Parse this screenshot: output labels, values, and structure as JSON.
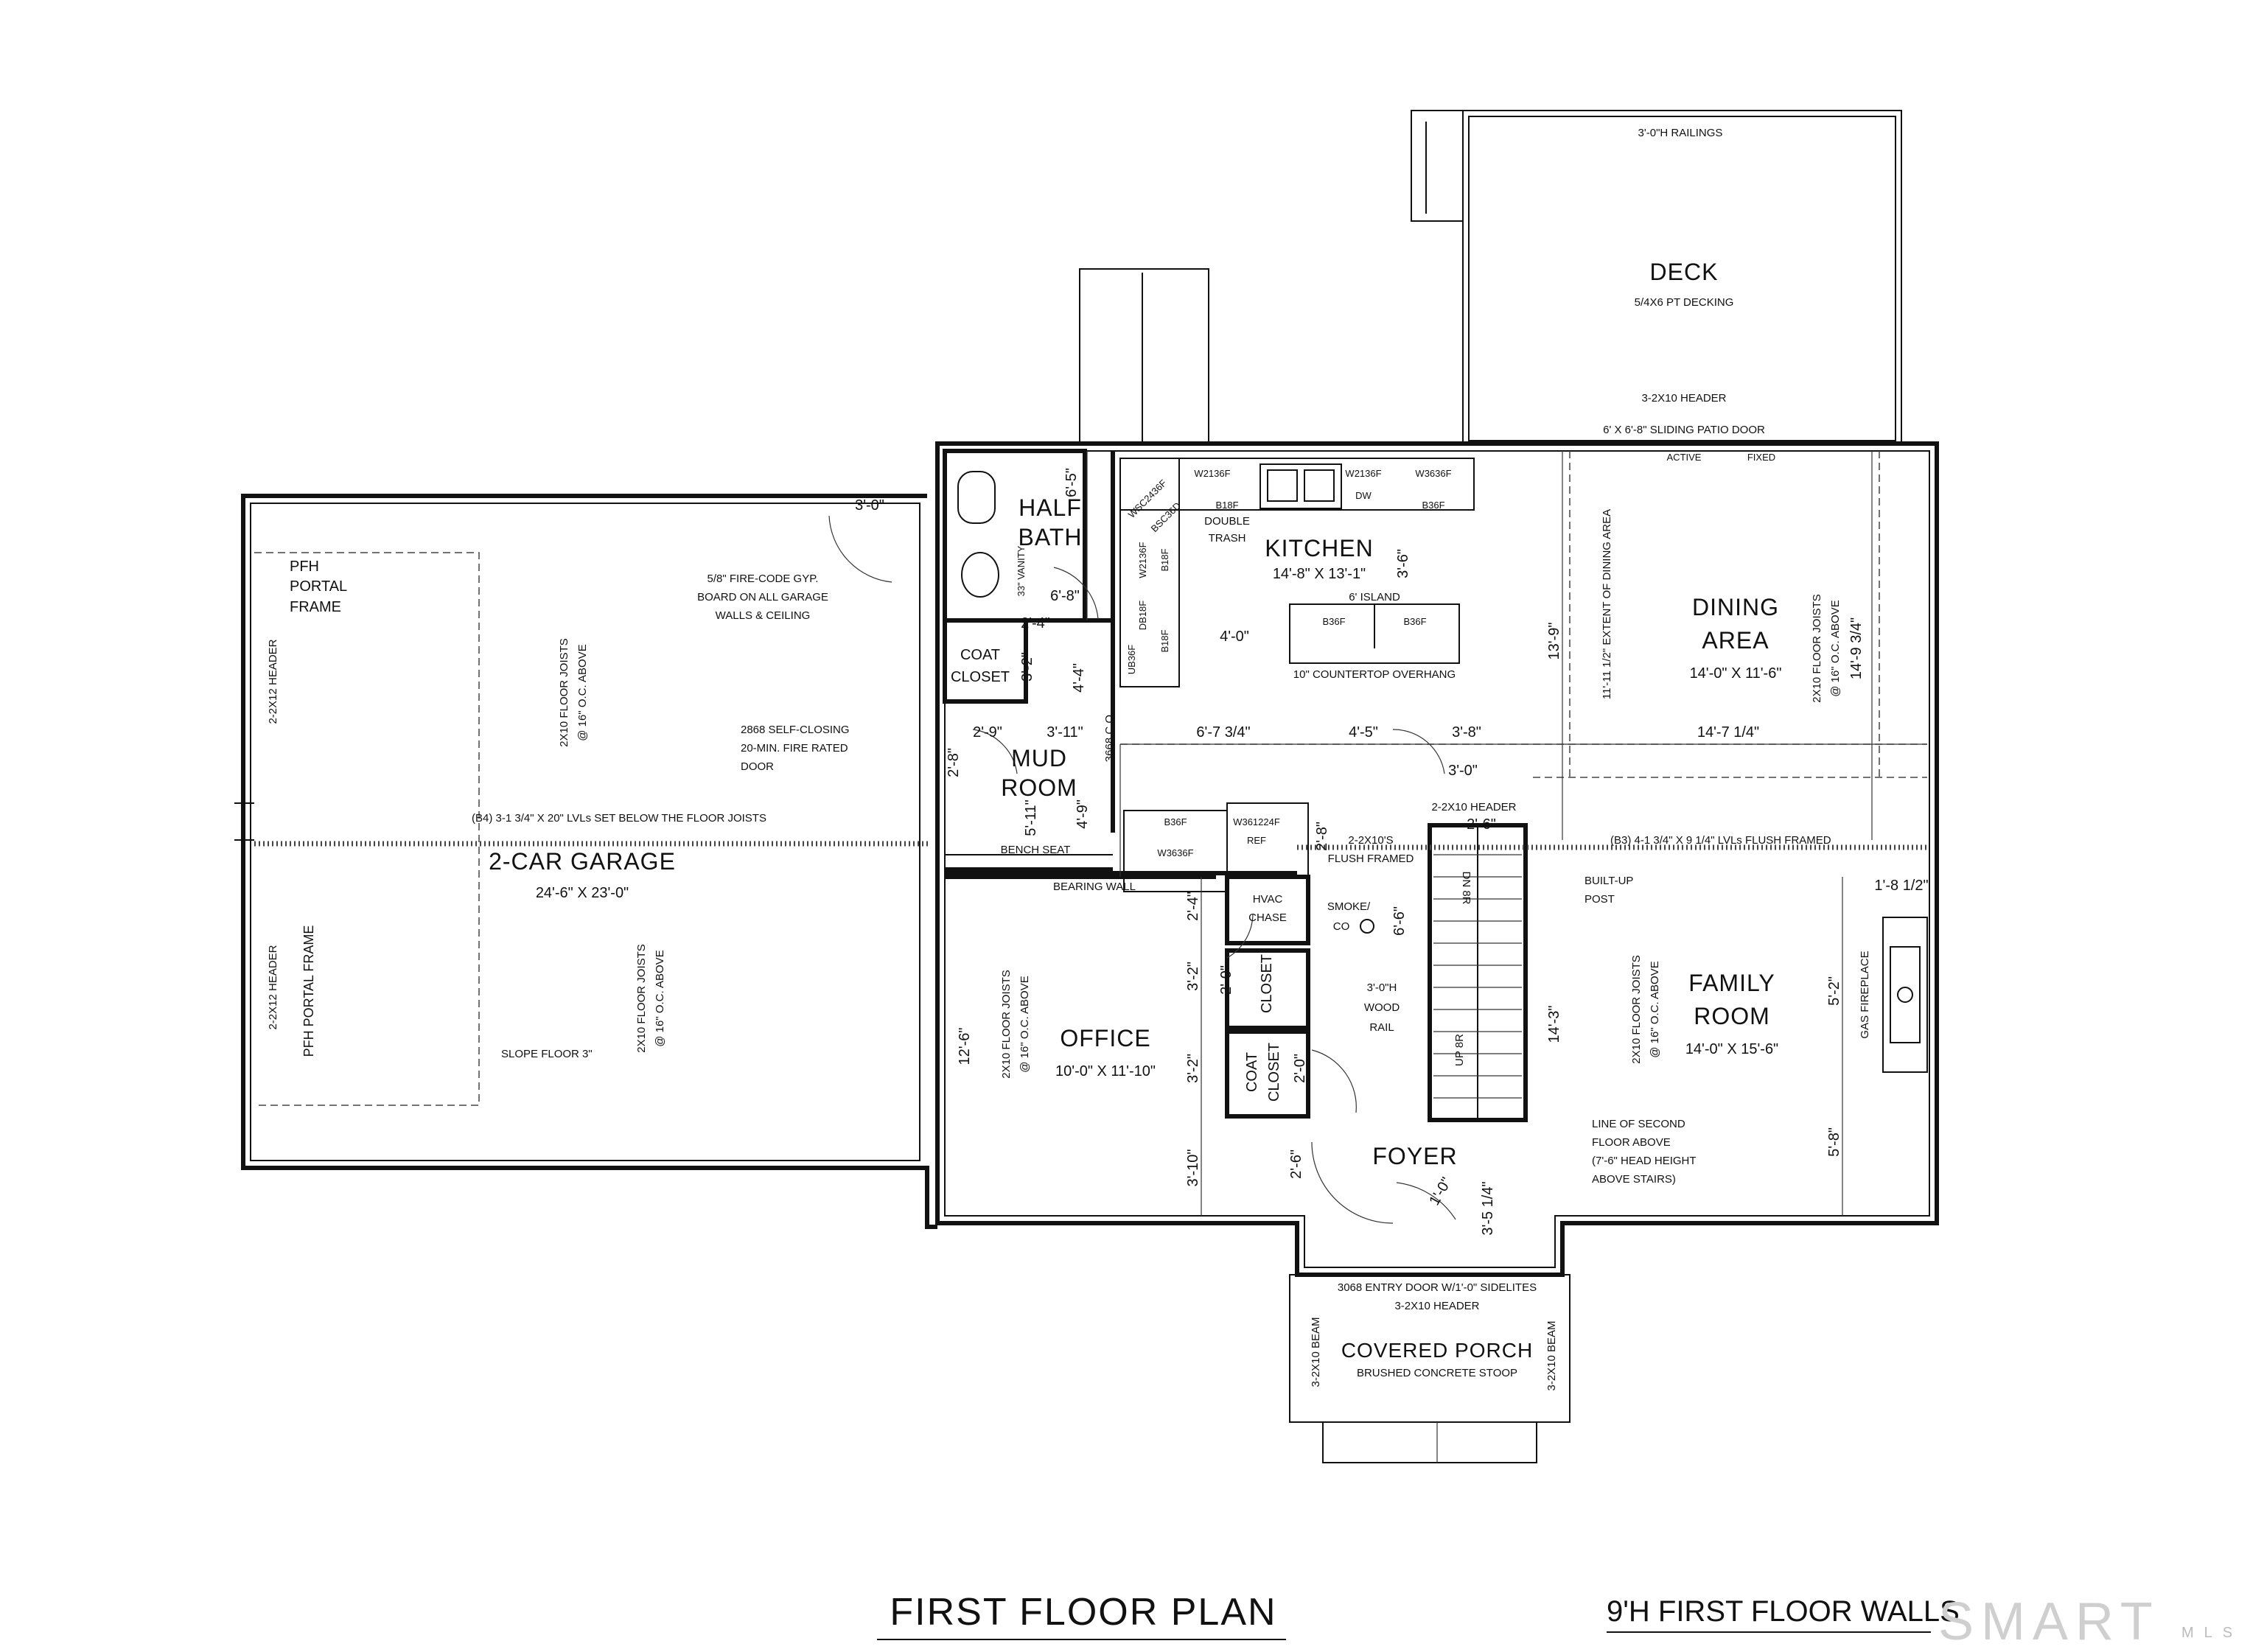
{
  "title": {
    "main": "FIRST FLOOR PLAN",
    "walls": "9'H FIRST FLOOR WALLS",
    "watermark": "SMART",
    "watermark_sub": "MLS"
  },
  "rooms": {
    "garage": {
      "name": "2-CAR GARAGE",
      "size": "24'-6\" X 23'-0\""
    },
    "half_bath": {
      "name1": "HALF",
      "name2": "BATH"
    },
    "kitchen": {
      "name": "KITCHEN",
      "size": "14'-8\" X 13'-1\""
    },
    "dining": {
      "name1": "DINING",
      "name2": "AREA",
      "size": "14'-0\" X 11'-6\""
    },
    "family": {
      "name1": "FAMILY",
      "name2": "ROOM",
      "size": "14'-0\" X 15'-6\""
    },
    "office": {
      "name": "OFFICE",
      "size": "10'-0\" X 11'-10\""
    },
    "mud": {
      "name1": "MUD",
      "name2": "ROOM"
    },
    "foyer": {
      "name": "FOYER"
    },
    "deck": {
      "name": "DECK",
      "sub": "5/4X6 PT DECKING"
    },
    "porch": {
      "name": "COVERED PORCH",
      "sub": "BRUSHED CONCRETE STOOP"
    },
    "coat_closet1": {
      "l1": "COAT",
      "l2": "CLOSET"
    },
    "coat_closet2": {
      "l1": "COAT",
      "l2": "CLOSET"
    },
    "closet": {
      "l1": "CLOSET"
    }
  },
  "notes": {
    "railings": "3'-0\"H RAILINGS",
    "header_deck": "3-2X10 HEADER",
    "patio_door": "6' X 6'-8\" SLIDING PATIO DOOR",
    "active": "ACTIVE",
    "fixed": "FIXED",
    "pfh1": "PFH",
    "pfh2": "PORTAL",
    "pfh3": "FRAME",
    "garage_header_top": "2-2X12 HEADER",
    "garage_header_bot": "2-2X12 HEADER",
    "pfh_portal_frame": "PFH PORTAL FRAME",
    "firecode1": "5/8\" FIRE-CODE GYP.",
    "firecode2": "BOARD ON ALL GARAGE",
    "firecode3": "WALLS & CEILING",
    "joists_garage_top": "2X10 FLOOR JOISTS",
    "joists_garage_top2": "@ 16\" O.C. ABOVE",
    "joists_garage_bot": "2X10 FLOOR JOISTS",
    "joists_garage_bot2": "@ 16\" O.C. ABOVE",
    "self_closing1": "2868 SELF-CLOSING",
    "self_closing2": "20-MIN. FIRE RATED",
    "self_closing3": "DOOR",
    "b4_beam": "(B4) 3-1 3/4\" X 20\" LVLs SET BELOW THE FLOOR JOISTS",
    "b3_beam": "(B3) 4-1 3/4\" X 9 1/4\" LVLs FLUSH FRAMED",
    "slope": "SLOPE FLOOR 3\"",
    "vanity": "33\" VANITY",
    "double_trash1": "DOUBLE",
    "double_trash2": "TRASH",
    "island": "6' ISLAND",
    "overhang": "10\" COUNTERTOP OVERHANG",
    "extent_dining": "11'-11 1/2\" EXTENT OF DINING AREA",
    "joists_dining": "2X10 FLOOR JOISTS",
    "joists_dining2": "@ 16\" O.C. ABOVE",
    "joists_family": "2X10 FLOOR JOISTS",
    "joists_family2": "@ 16\" O.C. ABOVE",
    "joists_office": "2X10 FLOOR JOISTS",
    "joists_office2": "@ 16\" O.C. ABOVE",
    "bench_seat": "BENCH SEAT",
    "bearing_wall": "BEARING WALL",
    "hvac1": "HVAC",
    "hvac2": "CHASE",
    "smoke1": "SMOKE/",
    "smoke2": "CO",
    "rail1": "3'-0\"H",
    "rail2": "WOOD",
    "rail3": "RAIL",
    "header_stair": "2-2X10 HEADER",
    "flush1": "2-2X10'S",
    "flush2": "FLUSH FRAMED",
    "builtup1": "BUILT-UP",
    "builtup2": "POST",
    "second_floor1": "LINE OF SECOND",
    "second_floor2": "FLOOR ABOVE",
    "second_floor3": "(7'-6\" HEAD HEIGHT",
    "second_floor4": "ABOVE STAIRS)",
    "gas_fireplace": "GAS FIREPLACE",
    "entry_door": "3068 ENTRY DOOR W/1'-0\" SIDELITES",
    "entry_header": "3-2X10 HEADER",
    "beam_left": "3-2X10 BEAM",
    "beam_right": "3-2X10 BEAM",
    "dn": "DN 8R",
    "up": "UP 8R",
    "co": "3668 C.O."
  },
  "cabinets": {
    "w2136f": "W2136F",
    "w2136f_b": "W2136F",
    "w3636f": "W3636F",
    "w3636f_b": "W3636F",
    "dw": "DW",
    "b36f": "B36F",
    "b18f": "B18F",
    "b18f_b": "B18F",
    "b18f_c": "B18F",
    "b36f_isl1": "B36F",
    "b36f_isl2": "B36F",
    "b36f_low": "B36F",
    "w361224f": "W361224F",
    "ref": "REF",
    "wsc": "WSC2436F",
    "bsc": "BSC36D",
    "w2136": "W2136F",
    "db18": "DB18F",
    "ub36f": "UB36F"
  },
  "dims": {
    "d_6_5": "6'-5\"",
    "d_3_0": "3'-0\"",
    "d_6_8": "6'-8\"",
    "d_2_4a": "2'-4\"",
    "d_3_2a": "3'-2\"",
    "d_2_4b": "2'-4\"",
    "d_4_4": "4'-4\"",
    "d_2_9": "2'-9\"",
    "d_3_11": "3'-11\"",
    "d_2_8": "2'-8\"",
    "d_5_11": "5'-11\"",
    "d_4_9": "4'-9\"",
    "d_4_0": "4'-0\"",
    "d_3_6": "3'-6\"",
    "d_6_7": "6'-7 3/4\"",
    "d_4_5": "4'-5\"",
    "d_3_8": "3'-8\"",
    "d_14_7": "14'-7 1/4\"",
    "d_13_9": "13'-9\"",
    "d_14_9": "14'-9 3/4\"",
    "d_2_6": "2'-6\"",
    "d_2_8b": "2'-8\"",
    "d_6_6": "6'-6\"",
    "d_2_4c": "2'-4\"",
    "d_3_2b": "3'-2\"",
    "d_2_0a": "2'-0\"",
    "d_3_2c": "3'-2\"",
    "d_2_0b": "2'-0\"",
    "d_12_6": "12'-6\"",
    "d_3_10": "3'-10\"",
    "d_2_6b": "2'-6\"",
    "d_3_5": "3'-5 1/4\"",
    "d_14_3": "14'-3\"",
    "d_1_8": "1'-8 1/2\"",
    "d_5_2": "5'-2\"",
    "d_5_8": "5'-8\"",
    "d_3_0b": "3'-0\"",
    "d_1_0": "1'-0\"",
    "d_3_2d": "3'-2\""
  }
}
